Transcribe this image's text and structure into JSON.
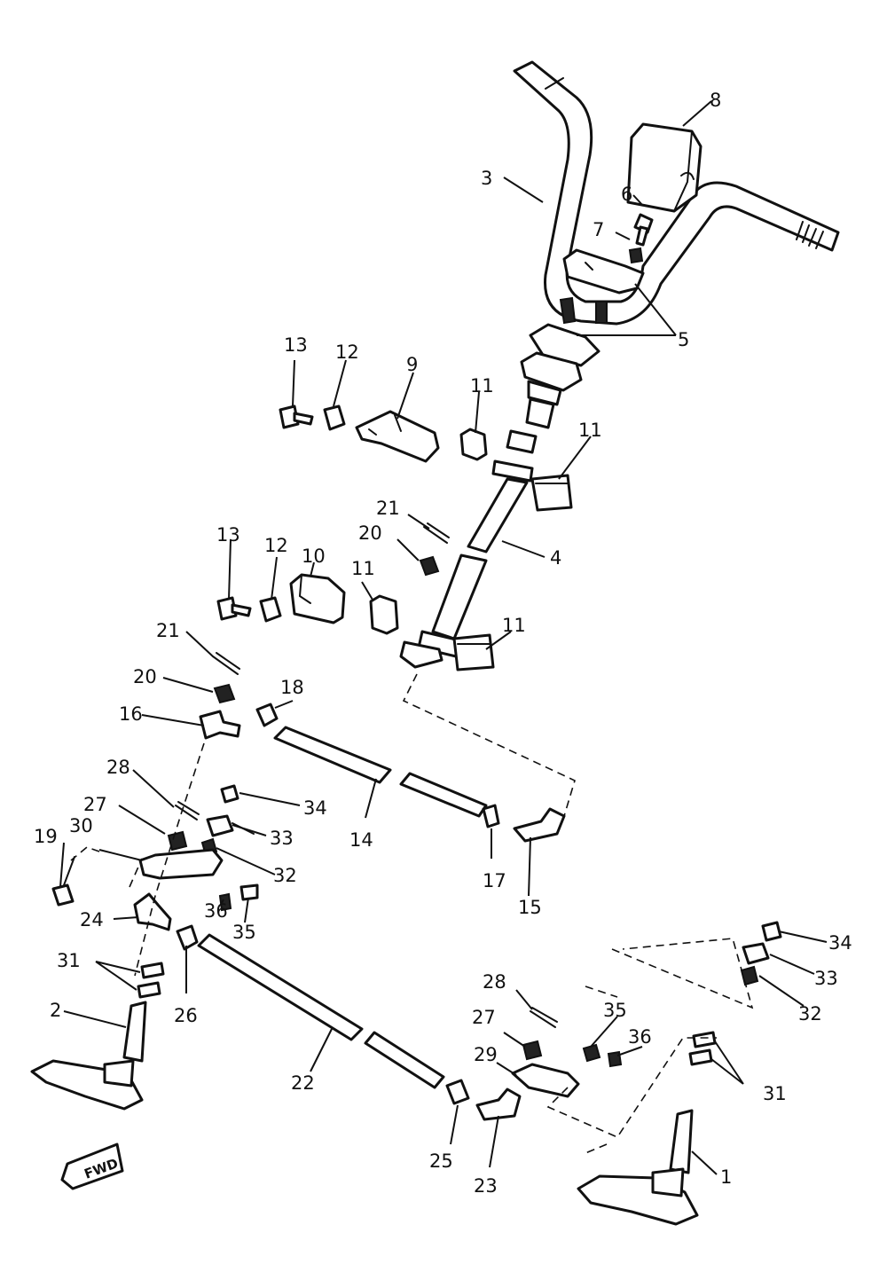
{
  "diagram": {
    "callouts": [
      {
        "id": "c8",
        "text": "8"
      },
      {
        "id": "c3",
        "text": "3"
      },
      {
        "id": "c6",
        "text": "6"
      },
      {
        "id": "c7",
        "text": "7"
      },
      {
        "id": "c5",
        "text": "5"
      },
      {
        "id": "c13a",
        "text": "13"
      },
      {
        "id": "c12a",
        "text": "12"
      },
      {
        "id": "c9",
        "text": "9"
      },
      {
        "id": "c11a",
        "text": "11"
      },
      {
        "id": "c11b",
        "text": "11"
      },
      {
        "id": "c21a",
        "text": "21"
      },
      {
        "id": "c20a",
        "text": "20"
      },
      {
        "id": "c4",
        "text": "4"
      },
      {
        "id": "c13b",
        "text": "13"
      },
      {
        "id": "c12b",
        "text": "12"
      },
      {
        "id": "c10",
        "text": "10"
      },
      {
        "id": "c11c",
        "text": "11"
      },
      {
        "id": "c11d",
        "text": "11"
      },
      {
        "id": "c21b",
        "text": "21"
      },
      {
        "id": "c20b",
        "text": "20"
      },
      {
        "id": "c18",
        "text": "18"
      },
      {
        "id": "c16",
        "text": "16"
      },
      {
        "id": "c28a",
        "text": "28"
      },
      {
        "id": "c34a",
        "text": "34"
      },
      {
        "id": "c27a",
        "text": "27"
      },
      {
        "id": "c33a",
        "text": "33"
      },
      {
        "id": "c14",
        "text": "14"
      },
      {
        "id": "c19",
        "text": "19"
      },
      {
        "id": "c30",
        "text": "30"
      },
      {
        "id": "c32a",
        "text": "32"
      },
      {
        "id": "c17",
        "text": "17"
      },
      {
        "id": "c15",
        "text": "15"
      },
      {
        "id": "c24",
        "text": "24"
      },
      {
        "id": "c36a",
        "text": "36"
      },
      {
        "id": "c35a",
        "text": "35"
      },
      {
        "id": "c34b",
        "text": "34"
      },
      {
        "id": "c33b",
        "text": "33"
      },
      {
        "id": "c31a",
        "text": "31"
      },
      {
        "id": "c28b",
        "text": "28"
      },
      {
        "id": "c35b",
        "text": "35"
      },
      {
        "id": "c32b",
        "text": "32"
      },
      {
        "id": "c2",
        "text": "2"
      },
      {
        "id": "c26",
        "text": "26"
      },
      {
        "id": "c27b",
        "text": "27"
      },
      {
        "id": "c36b",
        "text": "36"
      },
      {
        "id": "c29",
        "text": "29"
      },
      {
        "id": "c22",
        "text": "22"
      },
      {
        "id": "c31b",
        "text": "31"
      },
      {
        "id": "c25",
        "text": "25"
      },
      {
        "id": "c23",
        "text": "23"
      },
      {
        "id": "c1",
        "text": "1"
      }
    ],
    "direction_mark": "FWD"
  }
}
